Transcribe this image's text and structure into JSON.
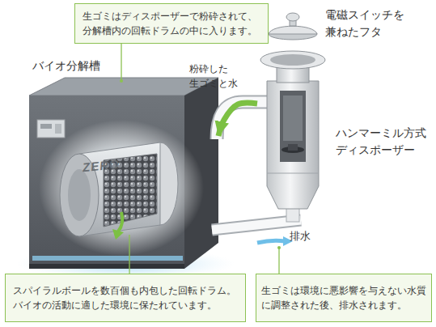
{
  "diagram": {
    "nodes": [
      {
        "text": [
          "生ゴミはディスポーザーで粉砕されて、 分解槽内の回転ドラムの中に入ります。"
        ]
      },
      {
        "text": [
          "バイオ分解槽"
        ]
      },
      {
        "text": [
          "ZERO"
        ],
        "in": 1
      },
      {
        "text": [
          "電磁スイッチを 兼ねたフタ"
        ]
      },
      {
        "text": [
          "ハンマーミル方式 ディスポーザー"
        ]
      },
      {
        "text": [
          "スパイラルボールを数百個も内包した回転ドラム。 バイオの活動に適した環境に保たれています。"
        ]
      },
      {
        "text": [
          "生ゴミは環境に悪影響を与えない水質 に調整された後、排水されます。"
        ]
      }
    ],
    "edges": [
      {
        "from": 4,
        "to": 1,
        "arrow": "to",
        "label": "粉砕した 生ゴミと水"
      },
      {
        "from": 5,
        "to": 2,
        "arrow": "none"
      }
    ],
    "labels": [
      "排水"
    ]
  }
}
